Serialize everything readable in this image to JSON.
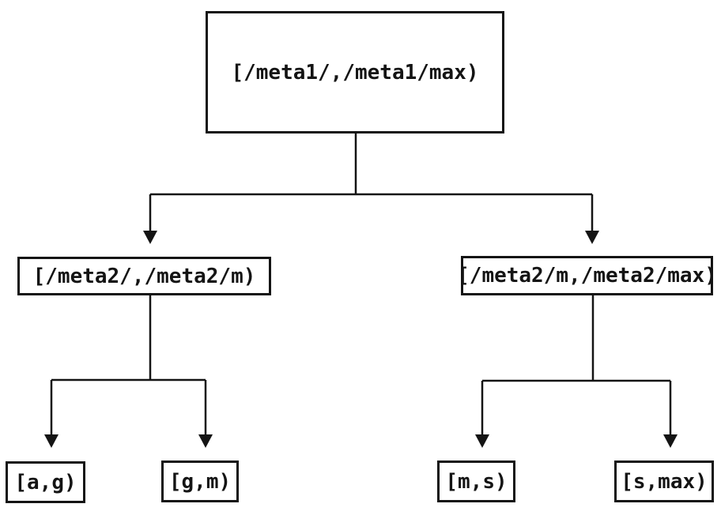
{
  "diagram": {
    "kind": "binary-interval-partition-tree",
    "colors": {
      "background": "#ffffff",
      "line": "#141414",
      "text": "#141414"
    },
    "tree": {
      "root": {
        "label": "[/meta1/,/meta1/max)"
      },
      "children": [
        {
          "label": "[/meta2/,/meta2/m)",
          "children": [
            {
              "label": "[a,g)"
            },
            {
              "label": "[g,m)"
            }
          ]
        },
        {
          "label": "[/meta2/m,/meta2/max)",
          "children": [
            {
              "label": "[m,s)"
            },
            {
              "label": "[s,max)"
            }
          ]
        }
      ]
    }
  }
}
